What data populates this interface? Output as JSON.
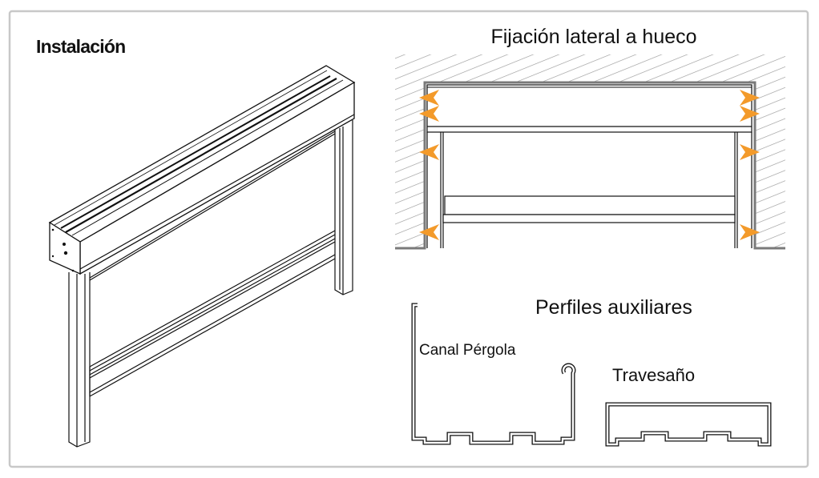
{
  "installation": {
    "title": "Instalación"
  },
  "side_fixing": {
    "title": "Fijación lateral a hueco"
  },
  "profiles": {
    "title": "Perfiles auxiliares",
    "items": [
      {
        "label": "Canal Pérgola"
      },
      {
        "label": "Travesaño"
      }
    ]
  },
  "colors": {
    "arrow": "#f39a2a",
    "border": "#c8c8c8",
    "hatch": "#9a9a9a"
  }
}
